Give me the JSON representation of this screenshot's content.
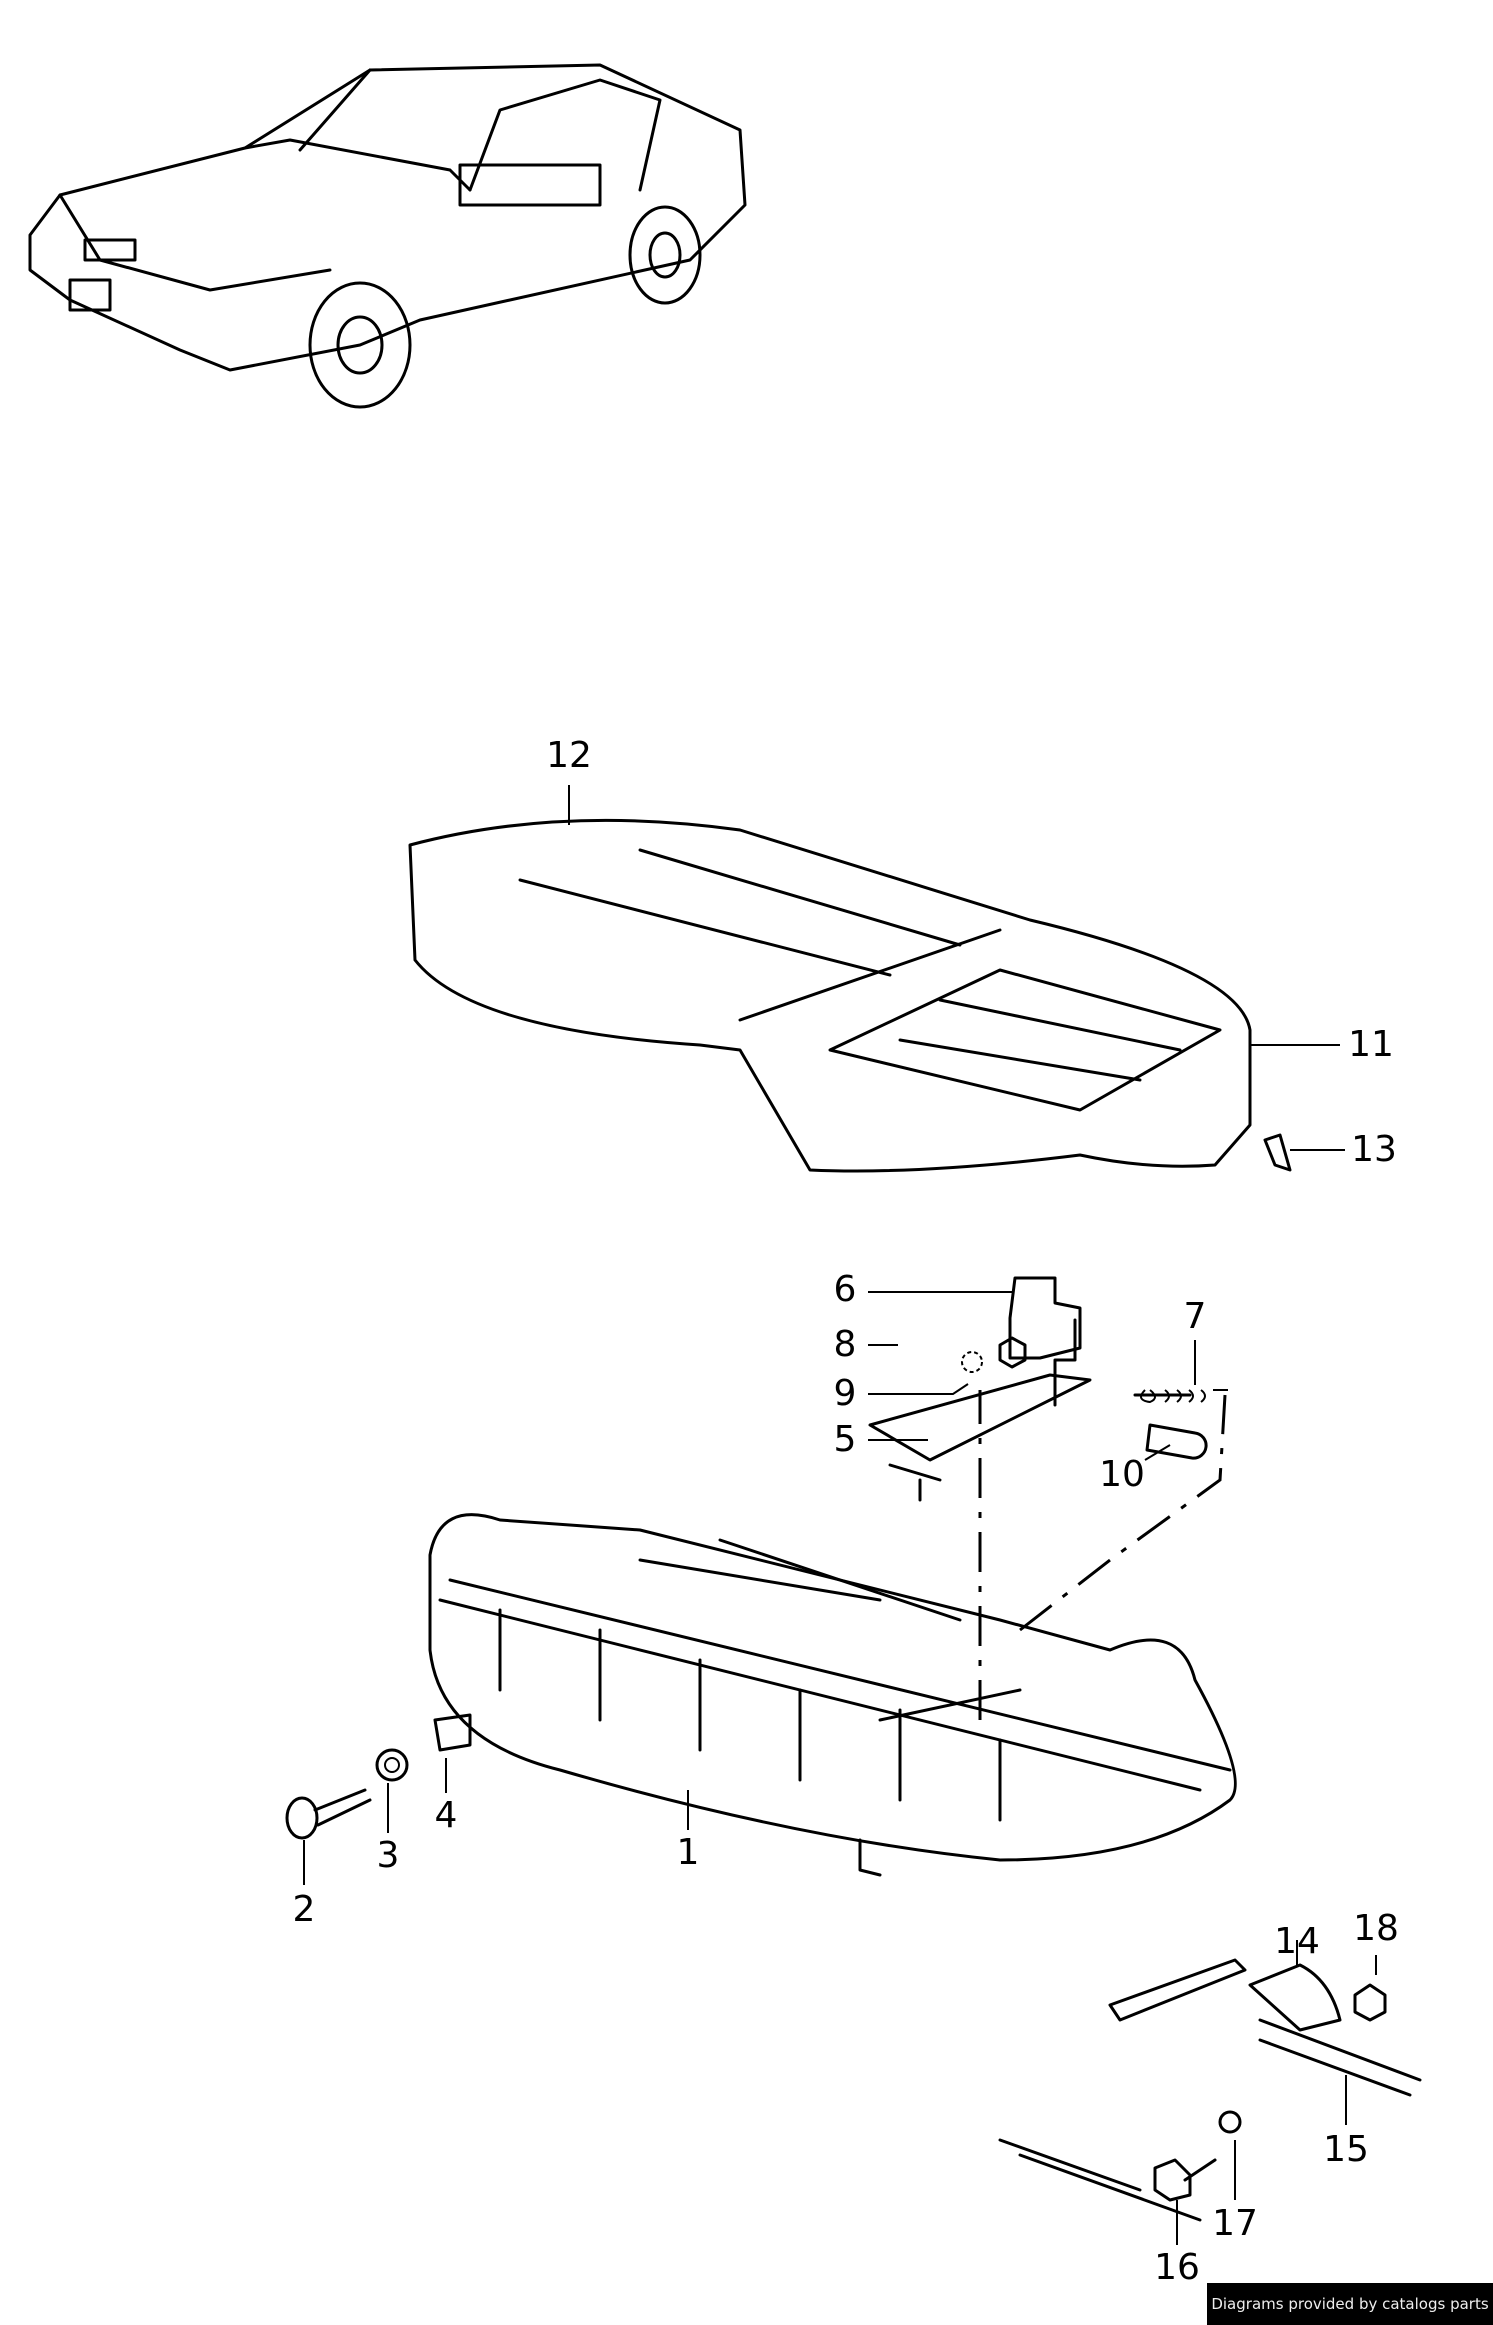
{
  "diagram": {
    "callouts": [
      "1",
      "2",
      "3",
      "4",
      "5",
      "6",
      "7",
      "8",
      "9",
      "10",
      "11",
      "12",
      "13",
      "14",
      "15",
      "16",
      "17",
      "18"
    ]
  },
  "credit": "Diagrams provided by catalogs parts"
}
